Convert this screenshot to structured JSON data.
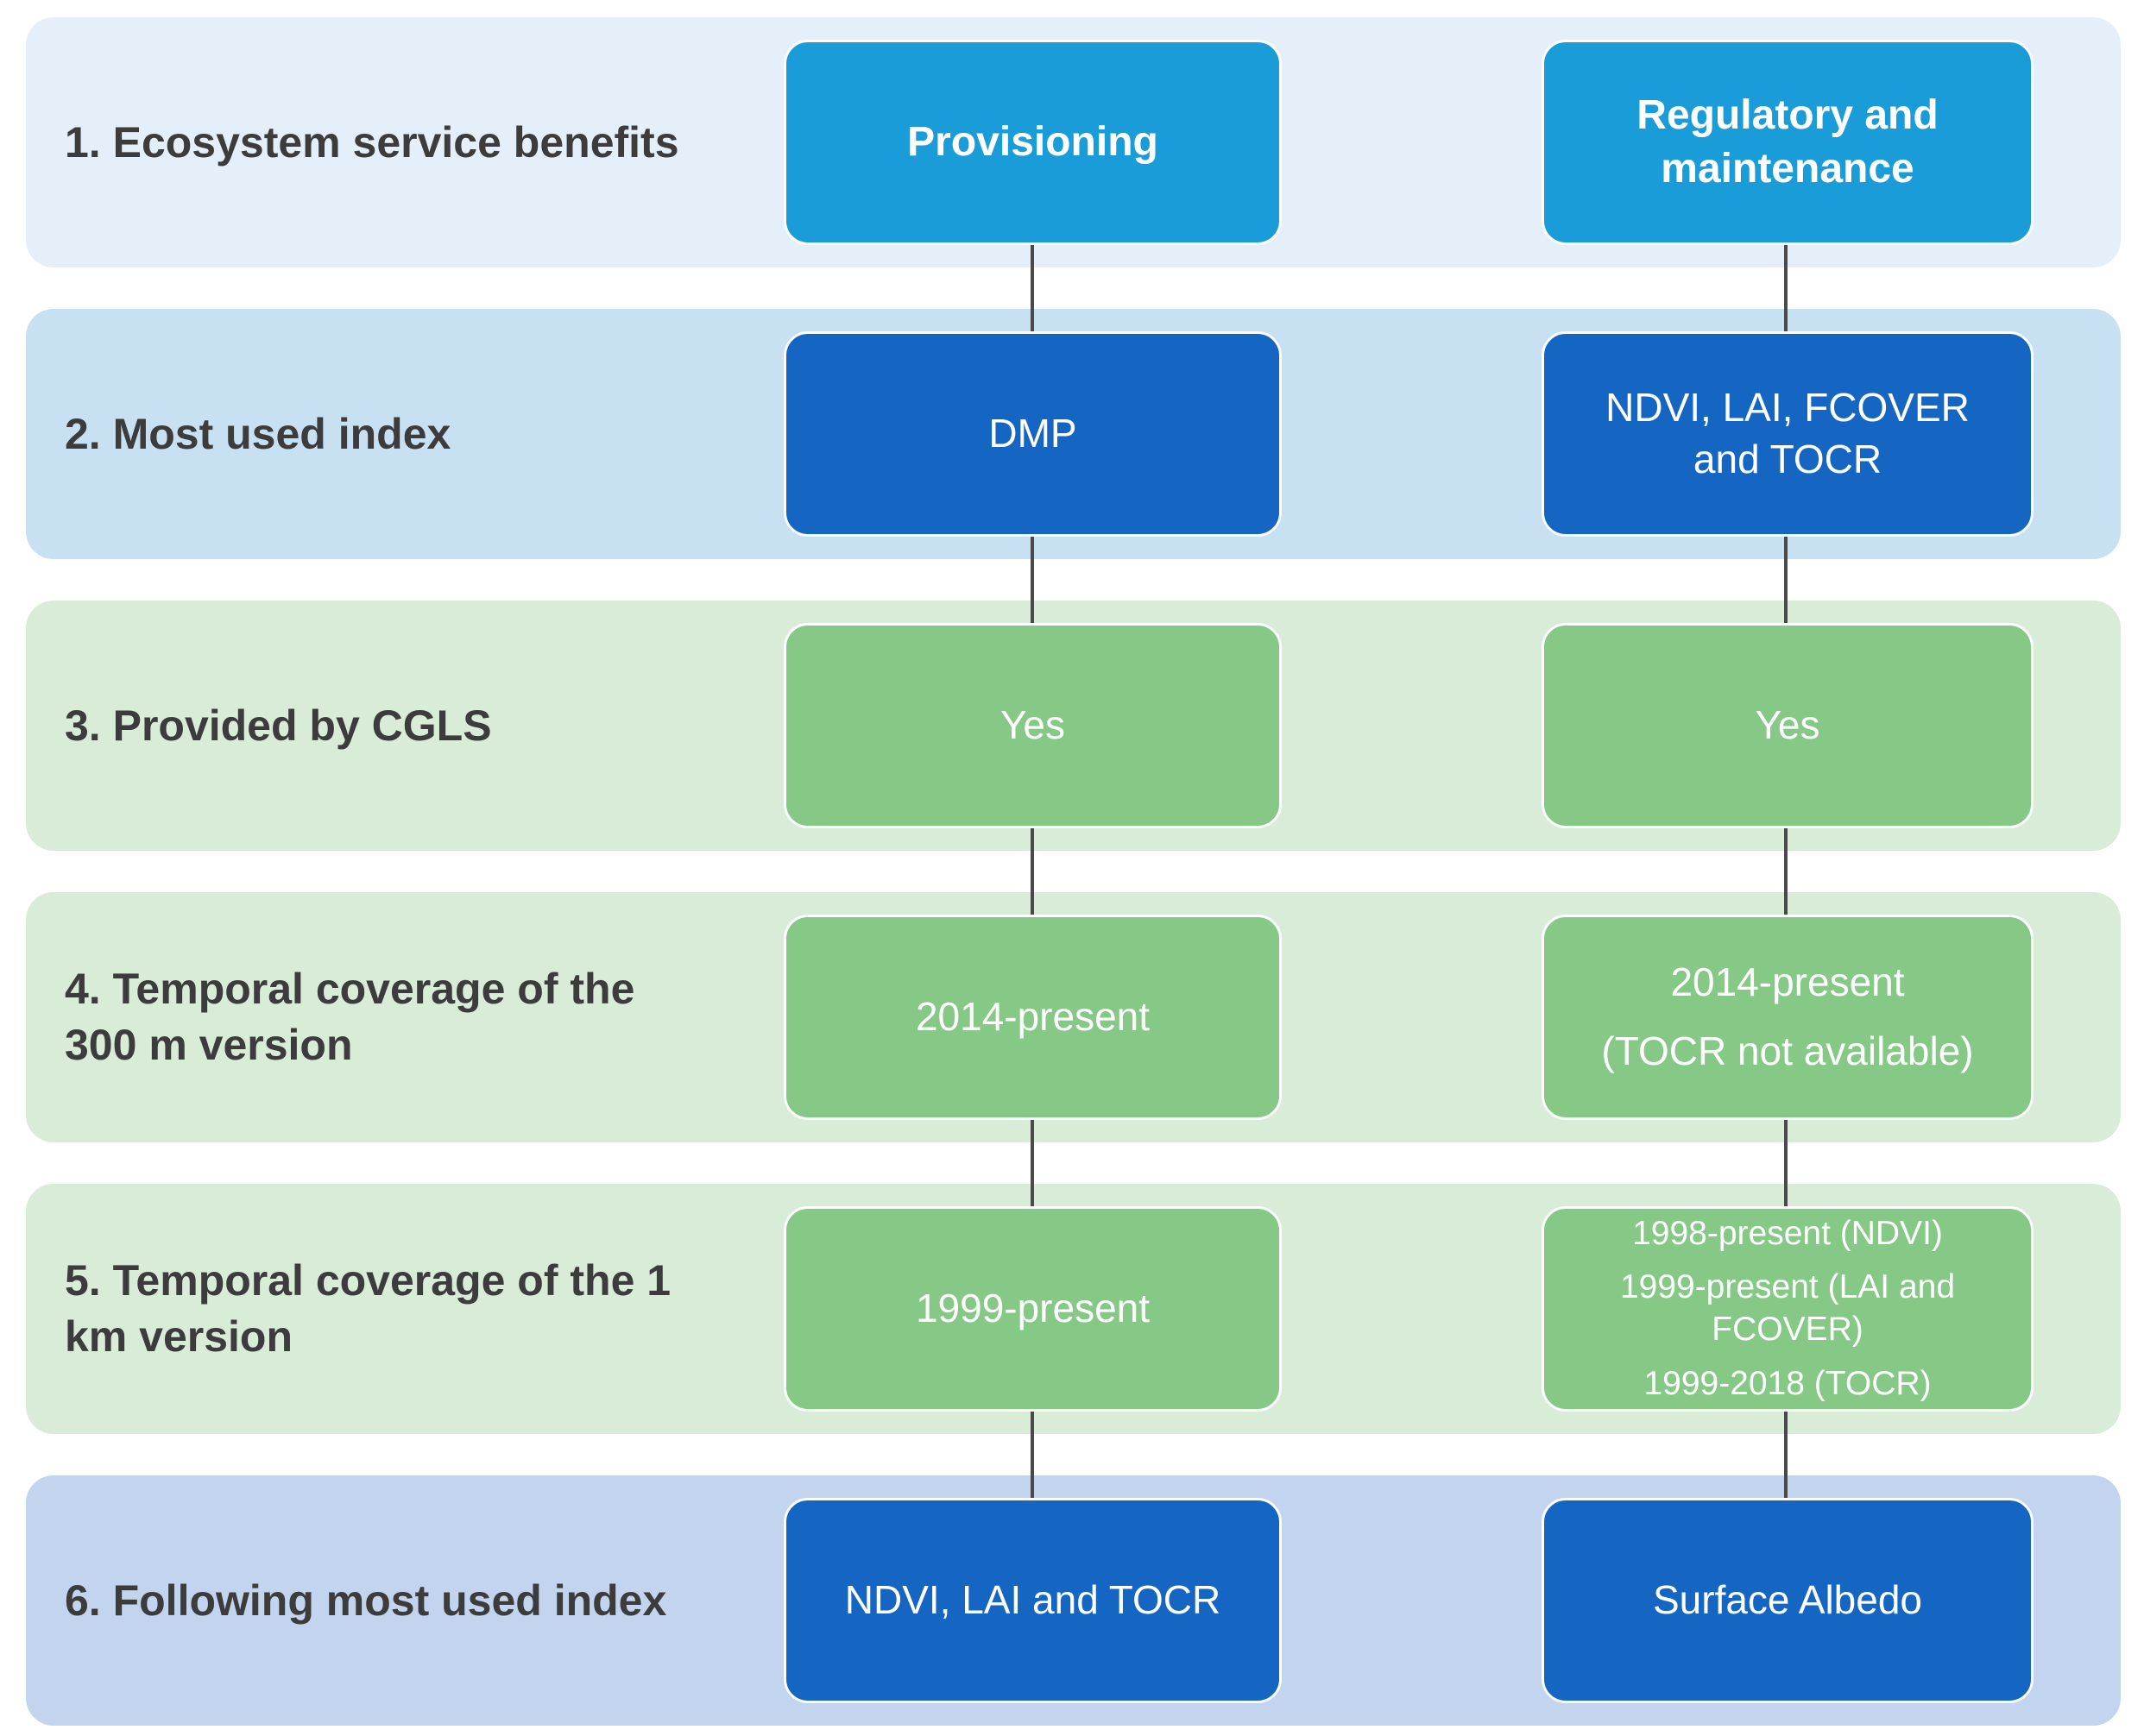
{
  "colors": {
    "band_header_blue": "#E4EFF9",
    "band_light_blue": "#C7E0F2",
    "band_light_green": "#D8ECD7",
    "band_periwinkle": "#C2D4EE",
    "box_cyan": "#1A9CD9",
    "box_dark_blue": "#1565C2",
    "box_green": "#86C986",
    "connector_gray": "#4A4A4A",
    "label_text": "#3C3C3C",
    "box_text": "#FFFFFF"
  },
  "rows": [
    {
      "label": "1. Ecosystem service benefits",
      "cells": [
        {
          "lines": [
            "Provisioning"
          ]
        },
        {
          "lines": [
            "Regulatory and maintenance"
          ]
        }
      ]
    },
    {
      "label": "2. Most used index",
      "cells": [
        {
          "lines": [
            "DMP"
          ]
        },
        {
          "lines": [
            "NDVI, LAI, FCOVER and TOCR"
          ]
        }
      ]
    },
    {
      "label": "3. Provided by CGLS",
      "cells": [
        {
          "lines": [
            "Yes"
          ]
        },
        {
          "lines": [
            "Yes"
          ]
        }
      ]
    },
    {
      "label": "4. Temporal coverage of the 300 m version",
      "cells": [
        {
          "lines": [
            "2014-present"
          ]
        },
        {
          "lines": [
            "2014-present",
            "(TOCR not available)"
          ]
        }
      ]
    },
    {
      "label": "5. Temporal coverage of the 1 km version",
      "cells": [
        {
          "lines": [
            "1999-present"
          ]
        },
        {
          "lines": [
            "1998-present (NDVI)",
            "1999-present (LAI and FCOVER)",
            "1999-2018 (TOCR)"
          ]
        }
      ]
    },
    {
      "label": "6. Following most used index",
      "cells": [
        {
          "lines": [
            "NDVI, LAI and TOCR"
          ]
        },
        {
          "lines": [
            "Surface Albedo"
          ]
        }
      ]
    }
  ]
}
